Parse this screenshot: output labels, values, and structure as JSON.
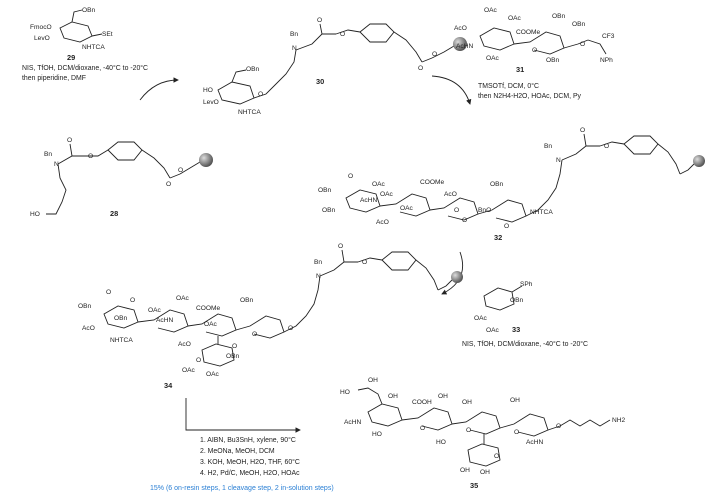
{
  "compounds": {
    "c29": {
      "number": "29",
      "labels": [
        "OBn",
        "FmocO",
        "LevO",
        "SEt",
        "NHTCA"
      ]
    },
    "c30": {
      "number": "30",
      "labels": [
        "Bn",
        "N",
        "O",
        "O",
        "O",
        "O",
        "OBn",
        "HO",
        "LevO",
        "NHTCA",
        "O"
      ]
    },
    "c31": {
      "number": "31",
      "labels": [
        "OAc",
        "OAc",
        "AcO",
        "COOMe",
        "OBn",
        "AcHN",
        "OAc",
        "O",
        "OBn",
        "OBn",
        "O",
        "CF3",
        "NPh"
      ]
    },
    "c28": {
      "number": "28",
      "labels": [
        "Bn",
        "N",
        "O",
        "O",
        "O",
        "O",
        "HO"
      ]
    },
    "c32": {
      "number": "32",
      "labels": [
        "Bn",
        "N",
        "O",
        "O",
        "O",
        "OAc",
        "OAc",
        "COOMe",
        "OBn",
        "AcO",
        "OBn",
        "OBn",
        "AcHN",
        "OAc",
        "O",
        "BnO",
        "O",
        "NHTCA",
        "O",
        "AcO"
      ]
    },
    "c33": {
      "number": "33",
      "labels": [
        "SPh",
        "OBn",
        "OAc",
        "OAc"
      ]
    },
    "c34": {
      "number": "34",
      "labels": [
        "Bn",
        "N",
        "O",
        "O",
        "O",
        "O",
        "OAc",
        "OAc",
        "COOMe",
        "OBn",
        "OBn",
        "AcO",
        "OBn",
        "AcHN",
        "OAc",
        "O",
        "O",
        "O",
        "NHTCA",
        "AcO",
        "O",
        "OBn",
        "OAc",
        "OAc"
      ]
    },
    "c35": {
      "number": "35",
      "labels": [
        "HO",
        "OH",
        "OH",
        "COOH",
        "OH",
        "OH",
        "OH",
        "AcHN",
        "HO",
        "O",
        "O",
        "O",
        "AcHN",
        "O",
        "NH2",
        "HO",
        "O",
        "OH",
        "OH"
      ]
    }
  },
  "conditions": {
    "step1": [
      "NIS, TfOH, DCM/dioxane, -40°C to -20°C",
      "then piperidine, DMF"
    ],
    "step2": [
      "TMSOTf, DCM, 0°C",
      "then N2H4-H2O, HOAc, DCM, Py"
    ],
    "step3": [
      "NIS, TfOH, DCM/dioxane, -40°C to -20°C"
    ],
    "step4": [
      "1. AIBN, Bu3SnH, xylene, 90°C",
      "2. MeONa, MeOH, DCM",
      "3. KOH, MeOH, H2O, THF, 60°C",
      "4. H2, Pd/C, MeOH, H2O, HOAc"
    ]
  },
  "summary": "15% (6 on-resin steps, 1 cleavage step, 2 in-solution steps)",
  "colors": {
    "summary": "#2a7fd4",
    "resin_bead": "#7a7a7a",
    "ink": "#222222"
  }
}
